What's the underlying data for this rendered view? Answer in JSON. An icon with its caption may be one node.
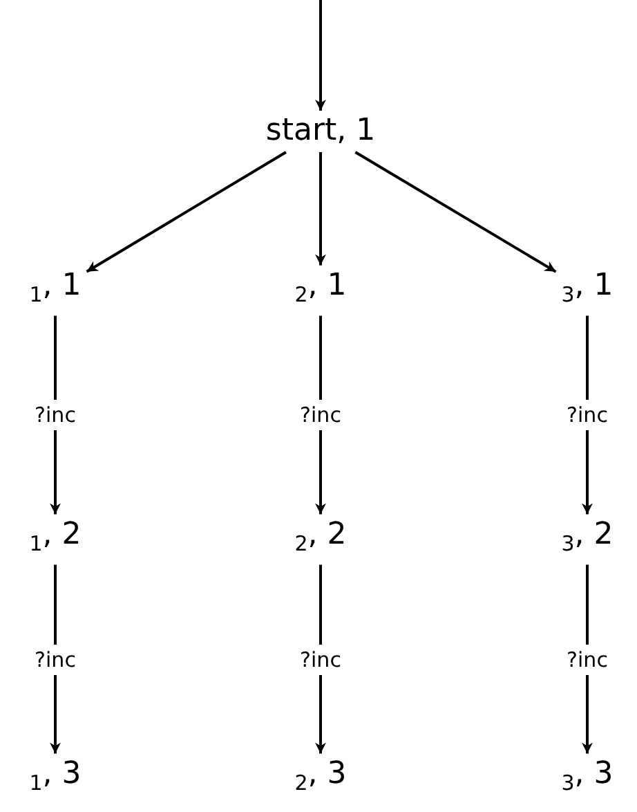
{
  "diagram": {
    "nodes": [
      {
        "text": [
          "start, 1"
        ]
      },
      {
        "text": [
          "$_{1}$, 1"
        ]
      },
      {
        "text": [
          "$_{2}$, 1"
        ]
      },
      {
        "text": [
          "$_{3}$, 1"
        ]
      },
      {
        "text": [
          "$_{1}$, 2"
        ]
      },
      {
        "text": [
          "$_{2}$, 2"
        ]
      },
      {
        "text": [
          "$_{3}$, 2"
        ]
      },
      {
        "text": [
          "$_{1}$, 3"
        ]
      },
      {
        "text": [
          "$_{2}$, 3"
        ]
      },
      {
        "text": [
          "$_{3}$, 3"
        ]
      }
    ],
    "edges": [
      {
        "from": null,
        "to": 0,
        "arrow": "to"
      },
      {
        "from": 0,
        "to": 1,
        "arrow": "to"
      },
      {
        "from": 0,
        "to": 2,
        "arrow": "to"
      },
      {
        "from": 0,
        "to": 3,
        "arrow": "to"
      },
      {
        "from": 1,
        "to": 4,
        "arrow": "to",
        "label": "?inc"
      },
      {
        "from": 2,
        "to": 5,
        "arrow": "to",
        "label": "?inc"
      },
      {
        "from": 3,
        "to": 6,
        "arrow": "to",
        "label": "?inc"
      },
      {
        "from": 4,
        "to": 7,
        "arrow": "to",
        "label": "?inc"
      },
      {
        "from": 5,
        "to": 8,
        "arrow": "to",
        "label": "?inc"
      },
      {
        "from": 6,
        "to": 9,
        "arrow": "to",
        "label": "?inc"
      }
    ]
  }
}
